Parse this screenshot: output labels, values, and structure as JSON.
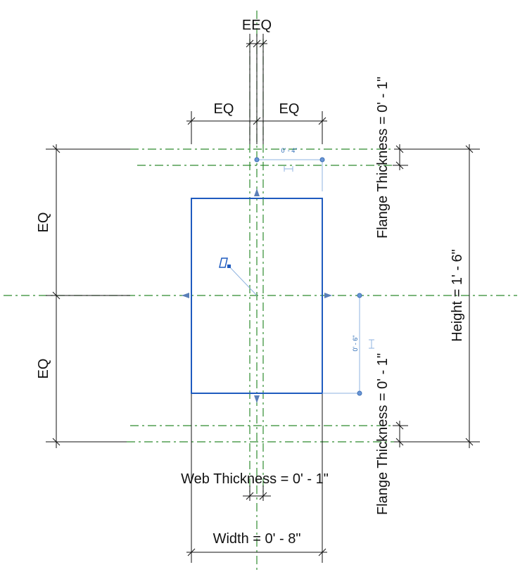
{
  "dimensions": {
    "eeq_top": "EEQ",
    "eq_top_left": "EQ",
    "eq_top_right": "EQ",
    "eq_left_upper": "EQ",
    "eq_left_lower": "EQ",
    "flange_thickness_top": "Flange Thickness = 0' - 1\"",
    "flange_thickness_bottom": "Flange Thickness = 0' - 1\"",
    "height": "Height = 1' - 6\"",
    "web_thickness": "Web Thickness = 0' - 1\"",
    "width": "Width = 0' - 8\""
  },
  "temporary_dimensions": {
    "top": "0' - 4\"",
    "right": "0' - 6\""
  },
  "colors": {
    "reference_plane": "#2e8b2e",
    "sketch_line": "#1f5bbf",
    "dimension_line": "#111111",
    "temporary_dimension": "#8fb3e0"
  }
}
